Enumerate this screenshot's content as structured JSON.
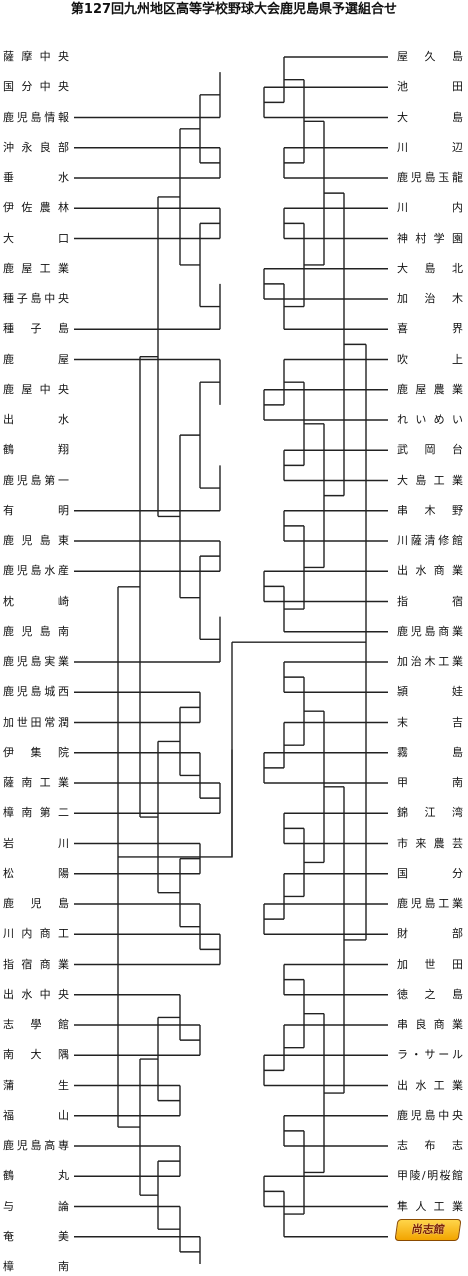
{
  "title": "第127回九州地区高等学校野球大会鹿児島県予選組合せ",
  "left_teams": [
    "薩摩中央",
    "国分中央",
    "鹿児島情報",
    "沖永良部",
    "垂　水",
    "伊佐農林",
    "大　口",
    "鹿屋工業",
    "種子島中央",
    "種子島",
    "鹿　屋",
    "鹿屋中央",
    "出　水",
    "鶴　翔",
    "鹿児島第一",
    "有　明",
    "鹿児島東",
    "鹿児島水産",
    "枕　崎",
    "鹿児島南",
    "鹿児島実業",
    "鹿児島城西",
    "加世田常潤",
    "伊集院",
    "薩南工業",
    "樟南第二",
    "岩　川",
    "松　陽",
    "鹿児島",
    "川内商工",
    "指宿商業",
    "出水中央",
    "志學館",
    "南大隅",
    "蒲　生",
    "福　山",
    "鹿児島高専",
    "鶴　丸",
    "与　論",
    "奄　美",
    "樟　南"
  ],
  "right_teams": [
    "屋久島",
    "池　田",
    "大　島",
    "川　辺",
    "鹿児島玉龍",
    "川　内",
    "神村学園",
    "大島北",
    "加治木",
    "喜　界",
    "吹　上",
    "鹿屋農業",
    "れいめい",
    "武岡台",
    "大島工業",
    "串木野",
    "川薩清修館",
    "出水商業",
    "指　宿",
    "鹿児島商業",
    "加治木工業",
    "頴　娃",
    "末　吉",
    "霧　島",
    "甲　南",
    "錦江湾",
    "市来農芸",
    "国　分",
    "鹿児島工業",
    "財　部",
    "加世田",
    "徳之島",
    "串良商業",
    "ラ・サール",
    "出水工業",
    "鹿児島中央",
    "志布志",
    "甲陵/明桜館",
    "隼人工業",
    ""
  ],
  "logo": {
    "text": "尚志館"
  }
}
